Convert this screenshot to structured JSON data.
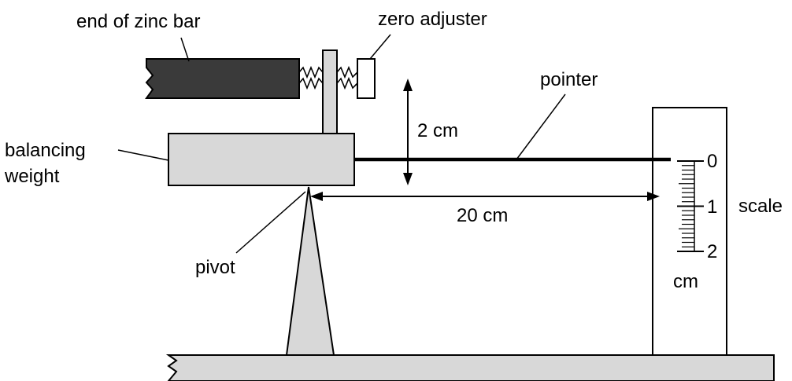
{
  "labels": {
    "zinc_bar": "end of zinc bar",
    "zero_adjuster": "zero adjuster",
    "pointer": "pointer",
    "balancing_line1": "balancing",
    "balancing_line2": "weight",
    "vertical_distance": "2 cm",
    "horizontal_distance": "20 cm",
    "pivot": "pivot",
    "scale": "scale",
    "scale_unit": "cm"
  },
  "scale_ticks": [
    "0",
    "1",
    "2"
  ],
  "colors": {
    "zinc_bar": "#3a3a3a",
    "grey_fill": "#d8d8d8",
    "line": "#000000"
  }
}
